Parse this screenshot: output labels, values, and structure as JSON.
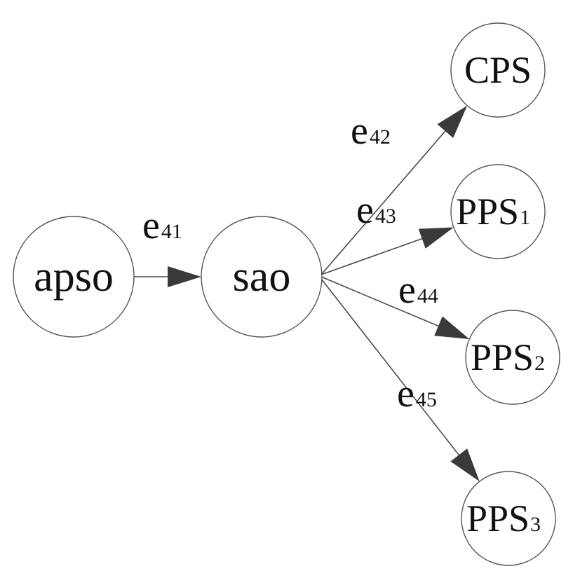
{
  "diagram": {
    "nodes": [
      {
        "id": "apso",
        "label": "apso",
        "sub": ""
      },
      {
        "id": "sao",
        "label": "sao",
        "sub": ""
      },
      {
        "id": "cps",
        "label": "CPS",
        "sub": ""
      },
      {
        "id": "pps1",
        "label": "PPS",
        "sub": "1"
      },
      {
        "id": "pps2",
        "label": "PPS",
        "sub": "2"
      },
      {
        "id": "pps3",
        "label": "PPS",
        "sub": "3"
      }
    ],
    "edges": [
      {
        "from": "apso",
        "to": "sao",
        "label": "e",
        "sub": "41"
      },
      {
        "from": "sao",
        "to": "cps",
        "label": "e",
        "sub": "42"
      },
      {
        "from": "sao",
        "to": "pps1",
        "label": "e",
        "sub": "43"
      },
      {
        "from": "sao",
        "to": "pps2",
        "label": "e",
        "sub": "44"
      },
      {
        "from": "sao",
        "to": "pps3",
        "label": "e",
        "sub": "45"
      }
    ]
  }
}
